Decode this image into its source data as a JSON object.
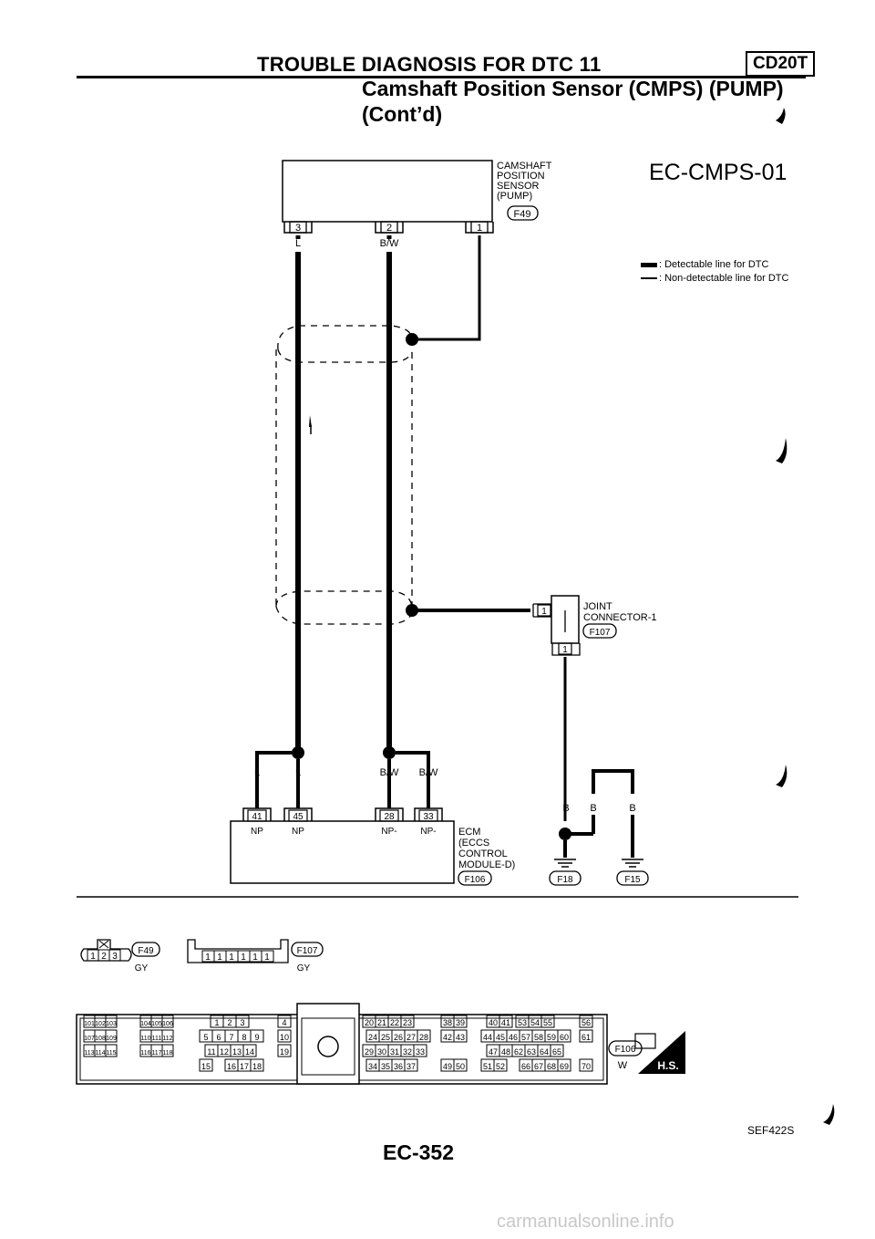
{
  "header": {
    "title": "TROUBLE DIAGNOSIS FOR DTC 11",
    "engine_code": "CD20T",
    "subtitle_line1": "Camshaft Position Sensor (CMPS) (PUMP)",
    "subtitle_line2": "(Cont’d)"
  },
  "diagram": {
    "id": "EC-CMPS-01",
    "legend": {
      "detectable": ": Detectable line for DTC",
      "non_detectable": ": Non-detectable line for DTC"
    },
    "sensor": {
      "label_lines": [
        "CAMSHAFT",
        "POSITION",
        "SENSOR",
        "(PUMP)"
      ],
      "connector": "F49",
      "pins": [
        "3",
        "2",
        "1"
      ],
      "wire_colors": [
        "L",
        "B/W"
      ]
    },
    "joint": {
      "label_lines": [
        "JOINT",
        "CONNECTOR-1"
      ],
      "connector": "F107",
      "pins": [
        "1",
        "1"
      ]
    },
    "ecm": {
      "label_lines": [
        "ECM",
        "(ECCS",
        "CONTROL",
        "MODULE-D)"
      ],
      "connector": "F106",
      "pins": [
        "41",
        "45",
        "28",
        "33"
      ],
      "pin_wire_colors": [
        "L",
        "L",
        "B/W",
        "B/W"
      ],
      "pin_names": [
        "NP",
        "NP",
        "NP-",
        "NP-"
      ]
    },
    "grounds": {
      "wire_colors": [
        "B",
        "B",
        "B"
      ],
      "connectors": [
        "F18",
        "F15"
      ]
    }
  },
  "connectors_view": {
    "f49": {
      "pins": [
        "1",
        "2",
        "3"
      ],
      "id": "F49",
      "color": "GY"
    },
    "f107": {
      "pins": [
        "1",
        "1",
        "1",
        "1",
        "1",
        "1"
      ],
      "id": "F107",
      "color": "GY"
    },
    "f106": {
      "id": "F106",
      "color": "W",
      "badge": "H.S.",
      "rows": [
        [
          "101",
          "102",
          "103",
          "104",
          "105",
          "106",
          "1",
          "2",
          "3",
          "4",
          "20",
          "21",
          "22",
          "23",
          "38",
          "39",
          "40",
          "41",
          "53",
          "54",
          "55",
          "56"
        ],
        [
          "107",
          "108",
          "109",
          "110",
          "111",
          "112",
          "5",
          "6",
          "7",
          "8",
          "9",
          "10",
          "24",
          "25",
          "26",
          "27",
          "28",
          "42",
          "43",
          "44",
          "45",
          "46",
          "57",
          "58",
          "59",
          "60",
          "61"
        ],
        [
          "113",
          "114",
          "115",
          "116",
          "117",
          "118",
          "11",
          "12",
          "13",
          "14",
          "19",
          "29",
          "30",
          "31",
          "32",
          "33",
          "47",
          "48",
          "62",
          "63",
          "64",
          "65"
        ],
        [
          "15",
          "16",
          "17",
          "18",
          "34",
          "35",
          "36",
          "37",
          "49",
          "50",
          "51",
          "52",
          "66",
          "67",
          "68",
          "69",
          "70"
        ]
      ]
    }
  },
  "footer": {
    "page": "EC-352",
    "figure_id": "SEF422S",
    "watermark": "carmanualsonline.info"
  }
}
